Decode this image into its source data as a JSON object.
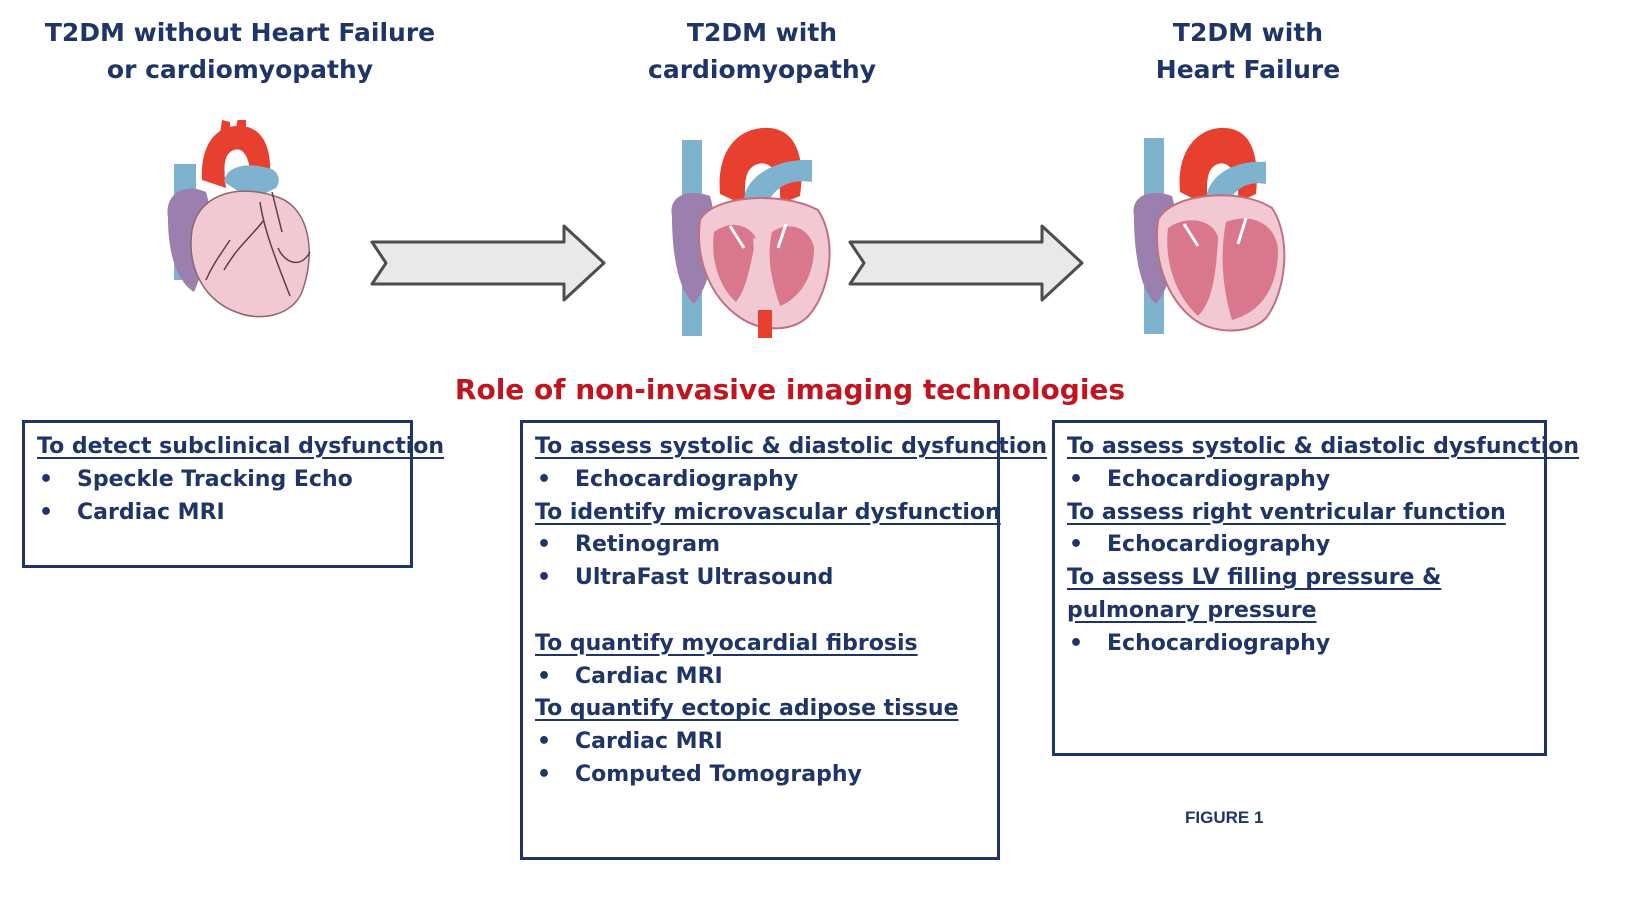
{
  "stages": [
    {
      "title_line1": "T2DM without Heart Failure",
      "title_line2": "or cardiomyopathy"
    },
    {
      "title_line1": "T2DM with",
      "title_line2": "cardiomyopathy"
    },
    {
      "title_line1": "T2DM with",
      "title_line2": "Heart Failure"
    }
  ],
  "role_title": "Role of non-invasive imaging technologies",
  "boxes": [
    {
      "sections": [
        {
          "heading": "To detect subclinical dysfunction",
          "items": [
            "Speckle Tracking Echo",
            "Cardiac MRI"
          ]
        }
      ]
    },
    {
      "sections": [
        {
          "heading": "To assess systolic & diastolic dysfunction",
          "items": [
            "Echocardiography"
          ]
        },
        {
          "heading": "To identify microvascular dysfunction",
          "items": [
            "Retinogram",
            "UltraFast Ultrasound"
          ]
        },
        {
          "heading": "To quantify myocardial fibrosis",
          "items": [
            "Cardiac MRI"
          ]
        },
        {
          "heading": "To quantify ectopic adipose tissue",
          "items": [
            "Cardiac MRI",
            "Computed Tomography"
          ]
        }
      ]
    },
    {
      "sections": [
        {
          "heading": "To assess systolic & diastolic dysfunction",
          "items": [
            "Echocardiography"
          ]
        },
        {
          "heading": "To assess right ventricular function",
          "items": [
            "Echocardiography"
          ]
        },
        {
          "heading": "To assess LV filling pressure & pulmonary pressure",
          "items": [
            "Echocardiography"
          ]
        }
      ]
    }
  ],
  "bullet_char": "•",
  "figure_label": "FIGURE 1",
  "colors": {
    "navy": "#1f3568",
    "red": "#c0141e",
    "aorta": "#e8402e",
    "vein": "#7fb2cf",
    "atrium": "#9b7fae",
    "myocardium": "#f2c9d2",
    "chamber": "#d9778c",
    "arrow_fill": "#e9e9e9",
    "arrow_stroke": "#4d4d4d"
  }
}
